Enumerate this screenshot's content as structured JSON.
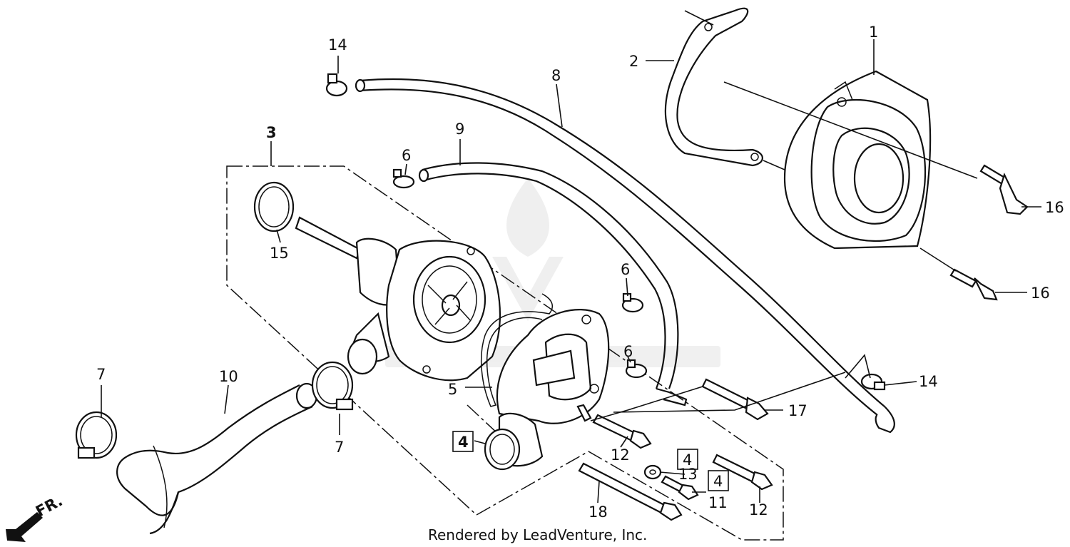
{
  "footer": {
    "text": "Rendered by LeadVenture, Inc."
  },
  "direction": {
    "label": "FR."
  },
  "callouts": [
    {
      "id": "c1",
      "label": "1"
    },
    {
      "id": "c2",
      "label": "2"
    },
    {
      "id": "c3",
      "label": "3"
    },
    {
      "id": "c4a",
      "label": "4"
    },
    {
      "id": "c4b",
      "label": "4"
    },
    {
      "id": "c4c",
      "label": "4"
    },
    {
      "id": "c5",
      "label": "5"
    },
    {
      "id": "c6a",
      "label": "6"
    },
    {
      "id": "c6b",
      "label": "6"
    },
    {
      "id": "c6c",
      "label": "6"
    },
    {
      "id": "c7a",
      "label": "7"
    },
    {
      "id": "c7b",
      "label": "7"
    },
    {
      "id": "c8",
      "label": "8"
    },
    {
      "id": "c9",
      "label": "9"
    },
    {
      "id": "c10",
      "label": "10"
    },
    {
      "id": "c11",
      "label": "11"
    },
    {
      "id": "c12a",
      "label": "12"
    },
    {
      "id": "c12b",
      "label": "12"
    },
    {
      "id": "c13",
      "label": "13"
    },
    {
      "id": "c14a",
      "label": "14"
    },
    {
      "id": "c14b",
      "label": "14"
    },
    {
      "id": "c15",
      "label": "15"
    },
    {
      "id": "c16a",
      "label": "16"
    },
    {
      "id": "c16b",
      "label": "16"
    },
    {
      "id": "c17",
      "label": "17"
    },
    {
      "id": "c18",
      "label": "18"
    }
  ],
  "colors": {
    "ink": "#111111",
    "watermark": "#e6e6e6"
  }
}
